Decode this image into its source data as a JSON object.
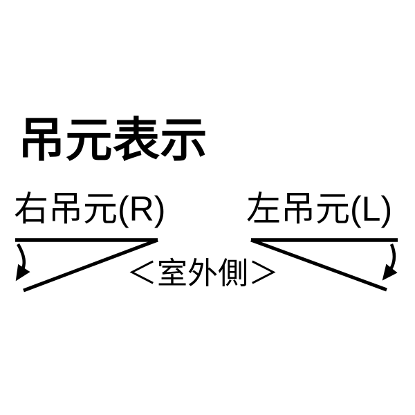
{
  "figure": {
    "title": "吊元表示",
    "right_hinge": {
      "label": "右吊元(R)"
    },
    "left_hinge": {
      "label": "左吊元(L)"
    },
    "outdoor_side_label": "＜室外側＞"
  },
  "colors": {
    "background": "#ffffff",
    "ink": "#000000"
  }
}
